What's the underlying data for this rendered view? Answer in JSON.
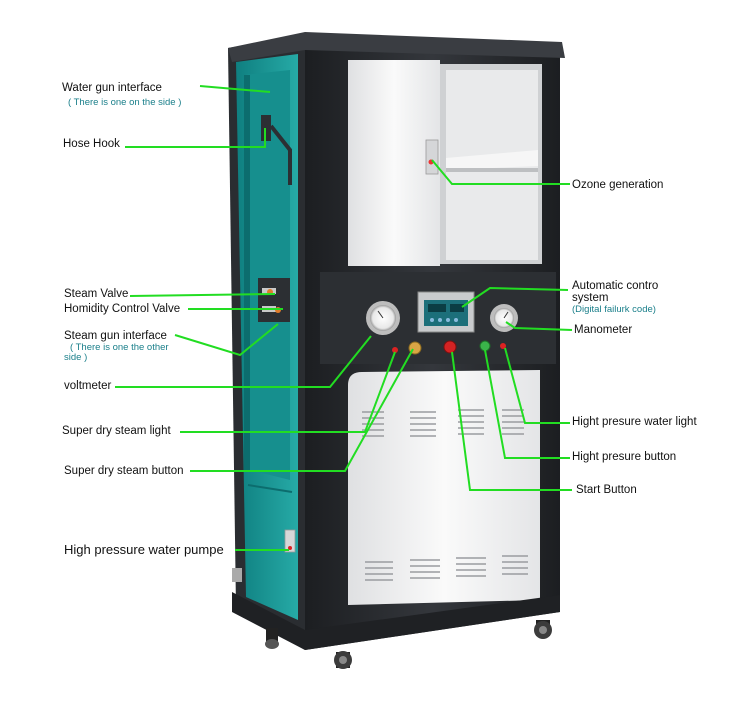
{
  "labels": {
    "water_gun": "Water gun interface",
    "water_gun_note": "( There is one on the side )",
    "hose_hook": "Hose Hook",
    "steam_valve": "Steam Valve",
    "humidity_valve": "Homidity Control Valve",
    "steam_gun": "Steam gun interface",
    "steam_gun_note_1": "( There is one the other",
    "steam_gun_note_2": "side )",
    "voltmeter": "voltmeter",
    "super_dry_light": "Super dry steam light",
    "super_dry_button": "Super dry steam button",
    "hp_water_pump": "High pressure water pumpe",
    "ozone": "Ozone generation",
    "auto_control_1": "Automatic contro",
    "auto_control_2": "system",
    "auto_control_note": "(Digital failurk code)",
    "manometer": "Manometer",
    "hp_water_light": "Hight presure water light",
    "hp_button": "Hight presure button",
    "start_button": "Start Button"
  },
  "colors": {
    "leader_line": "#22dd22",
    "cabinet_frame": "#2a2d31",
    "teal_panel": "#1f9c9a",
    "white_panel": "#f2f2f2",
    "note_text": "#1a7f8a"
  }
}
